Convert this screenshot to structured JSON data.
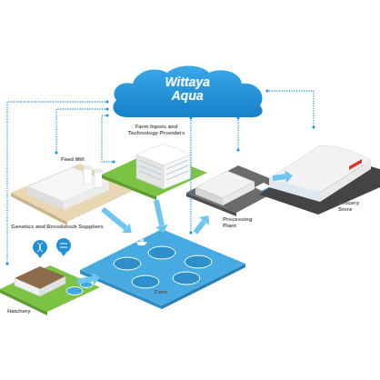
{
  "diagram": {
    "nodes": [
      {
        "text": [
          "Wittaya Aqua"
        ]
      },
      {
        "text": [
          "Farm Inputs and Technology Providers"
        ]
      },
      {
        "text": [
          "Feed Mill"
        ]
      },
      {
        "text": [
          "Genetics and Broodstock Suppliers"
        ]
      },
      {
        "text": [
          "Hatchery"
        ]
      },
      {
        "text": [
          "Farm"
        ]
      },
      {
        "text": [
          "Processing Plant"
        ]
      },
      {
        "text": [
          "Grocery Store"
        ]
      }
    ],
    "edges": [
      {
        "from": 4,
        "to": 5,
        "arrow": "to"
      },
      {
        "from": 2,
        "to": 5,
        "arrow": "to"
      },
      {
        "from": 1,
        "to": 5,
        "arrow": "to"
      },
      {
        "from": 5,
        "to": 6,
        "arrow": "to"
      },
      {
        "from": 6,
        "to": 7,
        "arrow": "to"
      },
      {
        "from": 0,
        "to": 4,
        "arrow": "none"
      },
      {
        "from": 0,
        "to": 2,
        "arrow": "none"
      },
      {
        "from": 0,
        "to": 1,
        "arrow": "none"
      },
      {
        "from": 0,
        "to": 5,
        "arrow": "none"
      },
      {
        "from": 0,
        "to": 6,
        "arrow": "none"
      },
      {
        "from": 0,
        "to": 7,
        "arrow": "none"
      }
    ]
  }
}
